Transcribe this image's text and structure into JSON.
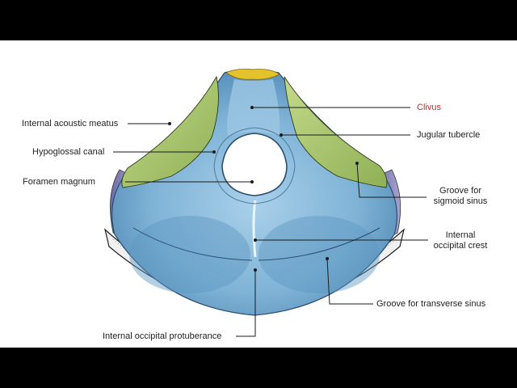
{
  "colors": {
    "background": "#ffffff",
    "letterbox": "#000000",
    "bone_blue": "#7fb3d6",
    "bone_green": "#a9c46a",
    "dorsum_yellow": "#e3c22b",
    "clivus_label": "#d9261c",
    "leader": "#1a1a1a"
  },
  "labels": {
    "clivus": "Clivus",
    "internal_acoustic_meatus": "Internal acoustic meatus",
    "jugular_tubercle": "Jugular tubercle",
    "hypoglossal_canal": "Hypoglossal canal",
    "foramen_magnum": "Foramen magnum",
    "groove_sigmoid_line1": "Groove for",
    "groove_sigmoid_line2": "sigmoid sinus",
    "internal_occipital_crest_line1": "Internal",
    "internal_occipital_crest_line2": "occipital crest",
    "groove_transverse_sinus": "Groove for transverse sinus",
    "internal_occipital_protuberance": "Internal occipital protuberance"
  }
}
